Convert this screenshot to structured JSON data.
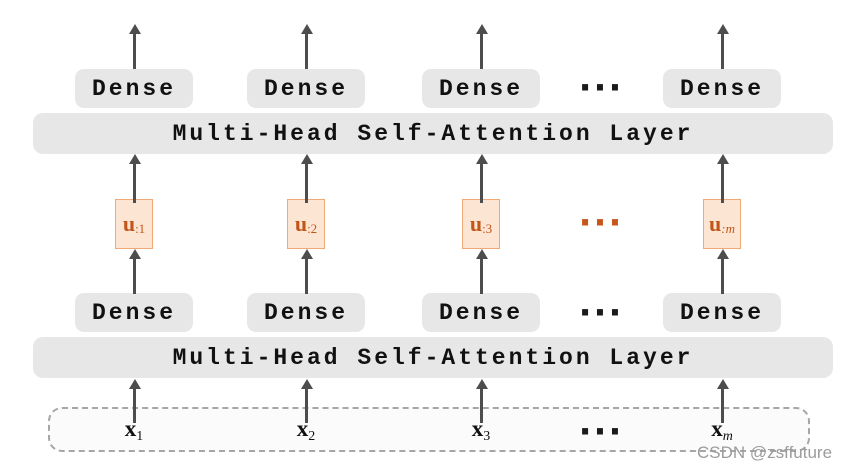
{
  "layers": {
    "attention_top_label": "Multi-Head Self-Attention Layer",
    "attention_bottom_label": "Multi-Head Self-Attention Layer"
  },
  "columns": [
    {
      "dense_top_label": "Dense",
      "dense_bottom_label": "Dense",
      "u_base": "u",
      "u_sub": ":1",
      "x_base": "x",
      "x_sub": "1"
    },
    {
      "dense_top_label": "Dense",
      "dense_bottom_label": "Dense",
      "u_base": "u",
      "u_sub": ":2",
      "x_base": "x",
      "x_sub": "2"
    },
    {
      "dense_top_label": "Dense",
      "dense_bottom_label": "Dense",
      "u_base": "u",
      "u_sub": ":3",
      "x_base": "x",
      "x_sub": "3"
    },
    {
      "dense_top_label": "Dense",
      "dense_bottom_label": "Dense",
      "u_base": "u",
      "u_sub": ":m",
      "x_base": "x",
      "x_sub": "m"
    }
  ],
  "ellipsis": {
    "label": "···"
  },
  "watermark": {
    "label": "CSDN @zsffuture"
  },
  "colors": {
    "accent_orange": "#c2551a",
    "dots_orange": "#c8551b",
    "u_box_fill": "#fce6d3",
    "u_box_border": "#efa878",
    "box_gray": "#e7e7e7",
    "arrow_gray": "#4d4d4d",
    "dashed_border": "#a6a6a6",
    "watermark_gray": "#9c9c9c"
  }
}
